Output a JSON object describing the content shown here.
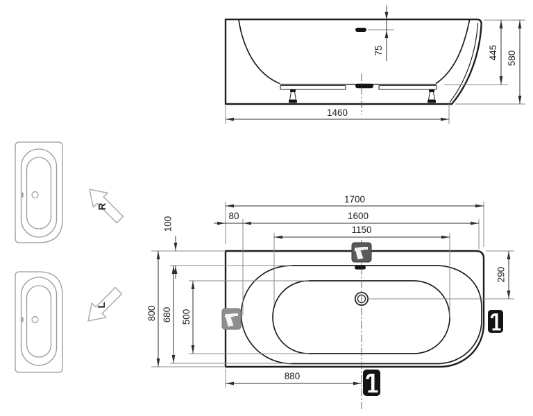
{
  "drawing": {
    "side_view": {
      "dim_overflow_from_rim": "75",
      "dim_rim_to_base": "445",
      "dim_total_height": "580",
      "dim_base_length": "1460"
    },
    "plan_view": {
      "dim_overall_length": "1700",
      "dim_rim_length": "1600",
      "dim_well_length": "1150",
      "dim_corner_offset": "80",
      "dim_rim_width": "100",
      "dim_drain_from_edge": "290",
      "dim_overall_width": "800",
      "dim_tub_width": "680",
      "dim_well_width": "500",
      "dim_drain_from_left": "880"
    },
    "variants": {
      "right_label": "R",
      "left_label": "L"
    },
    "colors": {
      "line": "#1d1d1d",
      "dim_line": "#2f2f2f",
      "dim_text": "#1c1c1c",
      "ext_line": "#8a8a8a",
      "icon_dark": "#141414",
      "icon_gray": "#5a5a5a",
      "icon_light_gray": "#8f8f8f",
      "thumb_line": "#9b9b9b"
    }
  }
}
